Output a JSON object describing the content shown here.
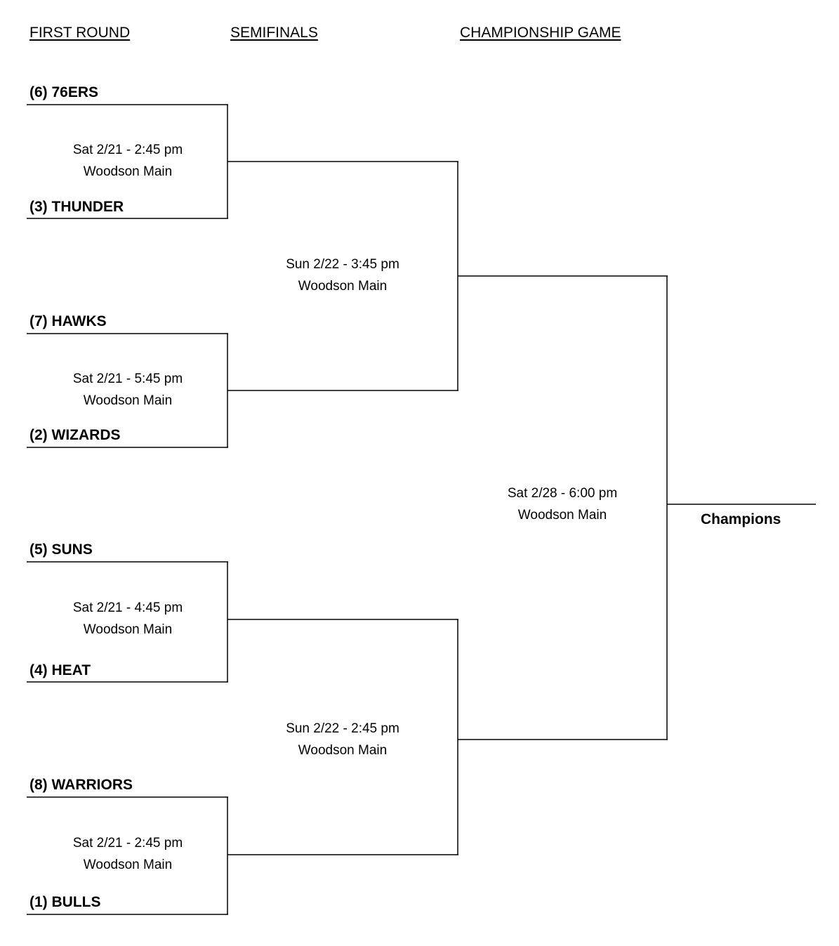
{
  "headers": {
    "first_round": "FIRST ROUND",
    "semifinals": "SEMIFINALS",
    "championship": "CHAMPIONSHIP GAME"
  },
  "teams": [
    "(6) 76ERS",
    "(3) THUNDER",
    "(7) HAWKS",
    "(2) WIZARDS",
    "(5) SUNS",
    "(4) HEAT",
    "(8) WARRIORS",
    "(1) BULLS"
  ],
  "first_round_games": [
    {
      "time": "Sat 2/21 - 2:45 pm",
      "venue": "Woodson Main"
    },
    {
      "time": "Sat 2/21 - 5:45 pm",
      "venue": "Woodson Main"
    },
    {
      "time": "Sat 2/21 - 4:45 pm",
      "venue": "Woodson Main"
    },
    {
      "time": "Sat 2/21 - 2:45 pm",
      "venue": "Woodson Main"
    }
  ],
  "semifinal_games": [
    {
      "time": "Sun 2/22 - 3:45 pm",
      "venue": "Woodson Main"
    },
    {
      "time": "Sun 2/22 - 2:45 pm",
      "venue": "Woodson Main"
    }
  ],
  "championship_game": {
    "time": "Sat 2/28 - 6:00 pm",
    "venue": "Woodson Main"
  },
  "champion_label": "Champions"
}
